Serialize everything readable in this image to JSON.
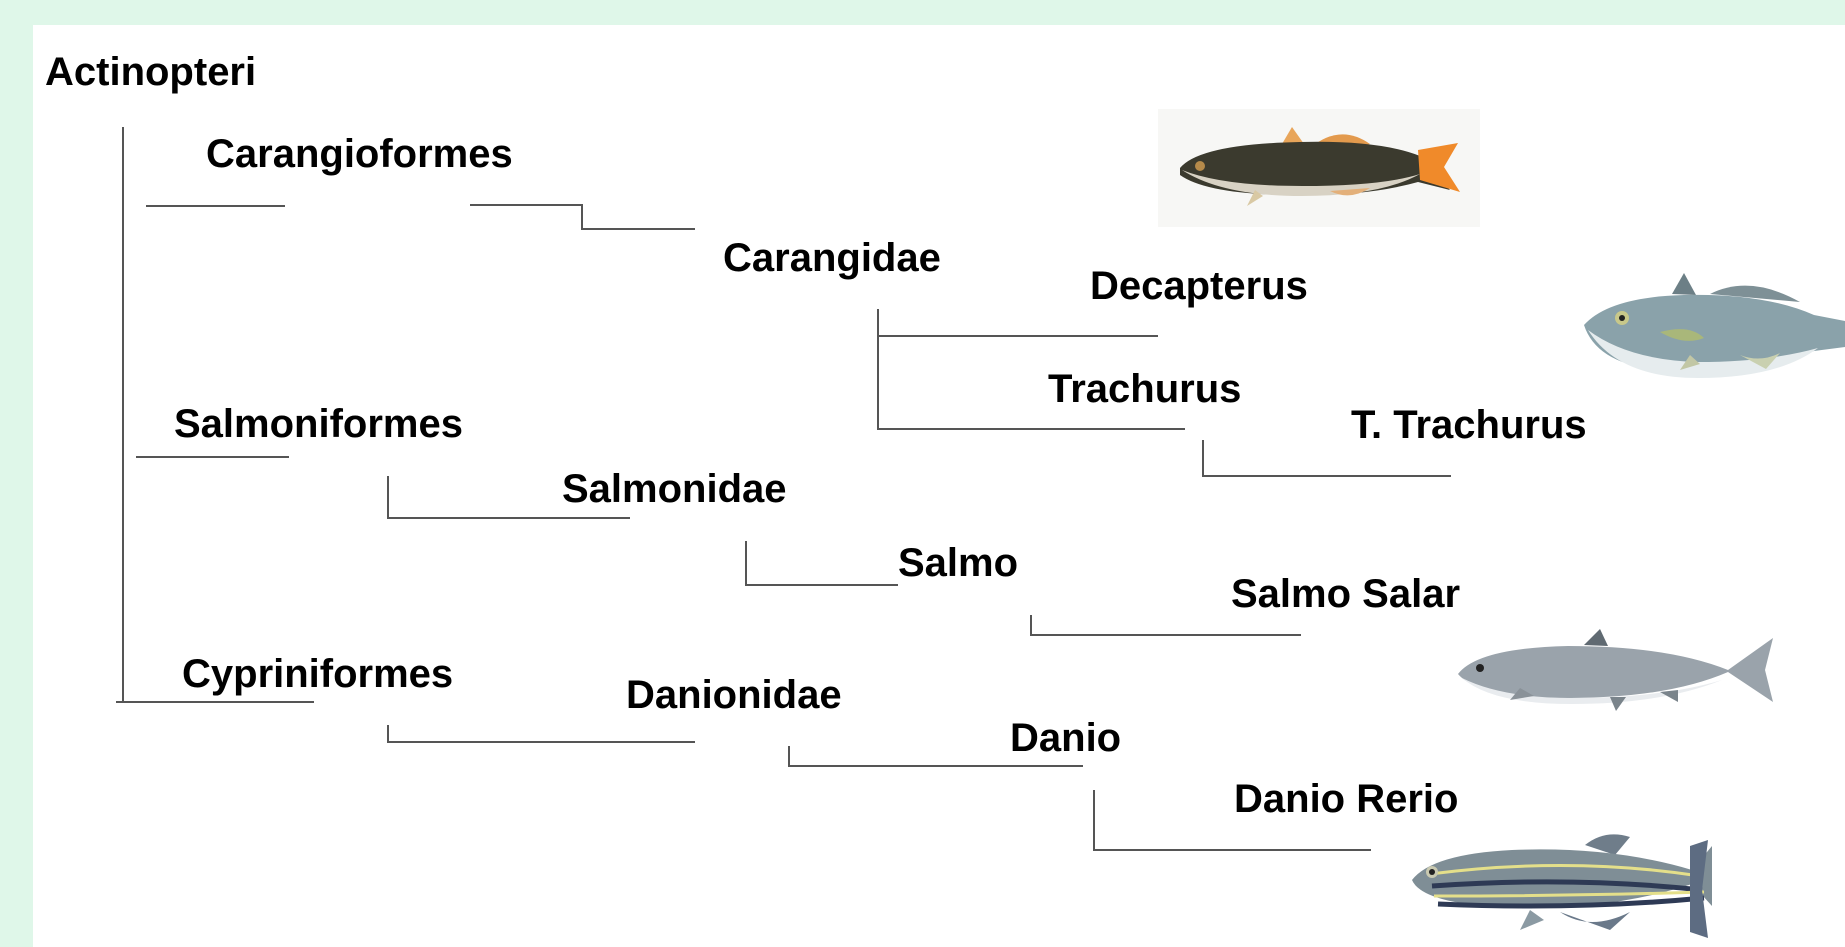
{
  "root": "Actinopteri",
  "orders": {
    "carangiformes": "Carangioformes",
    "salmoniformes": "Salmoniformes",
    "cypriniformes": "Cypriniformes"
  },
  "families": {
    "carangidae": "Carangidae",
    "salmonidae": "Salmonidae",
    "danionidae": "Danionidae"
  },
  "genera": {
    "decapterus": "Decapterus",
    "trachurus": "Trachurus",
    "salmo": "Salmo",
    "danio": "Danio"
  },
  "species": {
    "t_trachurus": "T. Trachurus",
    "salmo_salar": "Salmo Salar",
    "danio_rerio": "Danio Rerio"
  },
  "colors": {
    "frame": "#dff7e9",
    "line": "#555555"
  },
  "icons": [
    "horse-mackerel-fish-icon",
    "scad-fish-icon",
    "salmon-fish-icon",
    "zebrafish-fish-icon"
  ]
}
